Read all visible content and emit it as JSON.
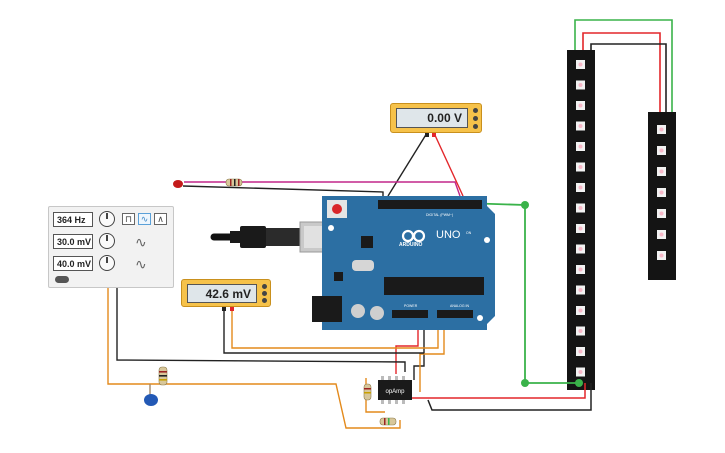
{
  "function_generator": {
    "frequency": "364 Hz",
    "amplitude": "30.0 mV",
    "offset": "40.0 mV"
  },
  "multimeter_voltage": {
    "reading": "0.00 V"
  },
  "multimeter_current": {
    "reading": "42.6 mV"
  },
  "arduino": {
    "model": "UNO",
    "brand": "ARDUINO",
    "digital_label": "DIGITAL (PWM~)",
    "power_label": "POWER",
    "analog_label": "ANALOG IN",
    "on_label": "ON"
  },
  "opamp": {
    "label": "opAmp"
  },
  "colors": {
    "board": "#2c6fa3",
    "wire_green": "#3ab34a",
    "wire_red": "#e3262a",
    "wire_black": "#222222",
    "wire_orange": "#e38a1c",
    "wire_magenta": "#c2268a",
    "meter": "#f6c24a"
  }
}
